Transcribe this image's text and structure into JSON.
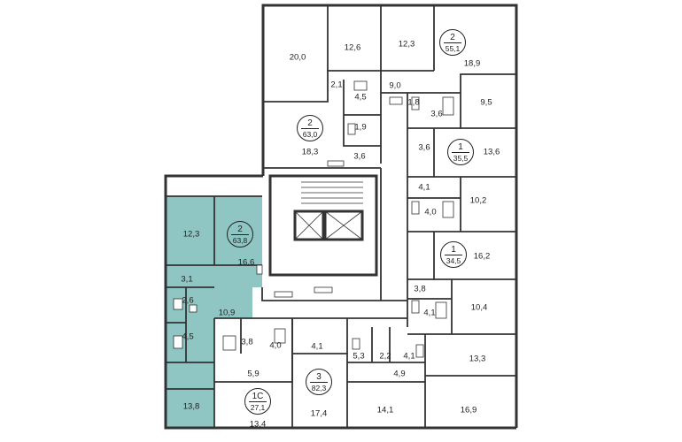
{
  "highlight_color": "#8fc5c2",
  "apartments": [
    {
      "id": "apt-2-55",
      "rooms": "2",
      "area": "55,1",
      "highlighted": false
    },
    {
      "id": "apt-2-63",
      "rooms": "2",
      "area": "63,0",
      "highlighted": false
    },
    {
      "id": "apt-1-35",
      "rooms": "1",
      "area": "35,5",
      "highlighted": false
    },
    {
      "id": "apt-2-63-8",
      "rooms": "2",
      "area": "63,8",
      "highlighted": true
    },
    {
      "id": "apt-1-34",
      "rooms": "1",
      "area": "34,5",
      "highlighted": false
    },
    {
      "id": "apt-3-82",
      "rooms": "3",
      "area": "82,3",
      "highlighted": false
    },
    {
      "id": "apt-1c-27",
      "rooms": "1С",
      "area": "27,1",
      "highlighted": false
    }
  ],
  "rooms": [
    "20,0",
    "12,6",
    "12,3",
    "18,9",
    "2,1",
    "4,5",
    "9,0",
    "1,8",
    "3,6",
    "9,5",
    "1,9",
    "18,3",
    "3,6",
    "3,6",
    "13,6",
    "4,1",
    "10,2",
    "4,0",
    "12,3",
    "16,6",
    "16,2",
    "3,1",
    "3,8",
    "2,6",
    "10,9",
    "4,1",
    "10,4",
    "4,5",
    "3,8",
    "4,0",
    "4,1",
    "5,3",
    "2,2",
    "4,1",
    "13,3",
    "5,9",
    "4,9",
    "13,8",
    "13,4",
    "17,4",
    "14,1",
    "16,9"
  ]
}
